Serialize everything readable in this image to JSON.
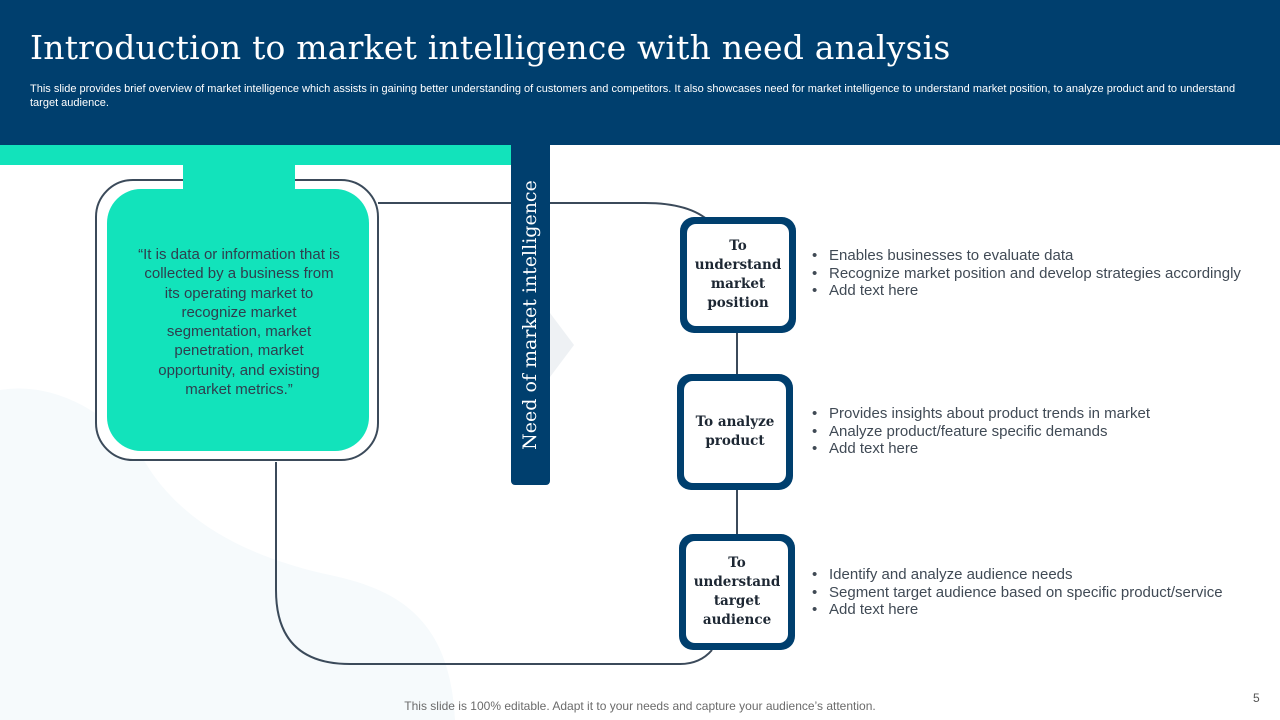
{
  "slide": {
    "title": "Introduction to market intelligence with need analysis",
    "subtitle": "This slide provides brief overview of market intelligence which assists in gaining better understanding of customers and competitors. It also showcases need for market intelligence to understand market position, to analyze  product and to  understand target audience.",
    "definition_quote": "“It is data or information that is collected by a business from its operating market to recognize market segmentation, market penetration, market opportunity, and existing market metrics.”",
    "vertical_label": "Need of market intelligence",
    "needs": [
      {
        "title": "To understand market position",
        "bullets": [
          "Enables businesses to evaluate data",
          "Recognize market position and develop strategies accordingly",
          "Add text here"
        ]
      },
      {
        "title": "To analyze product",
        "bullets": [
          "Provides insights about product trends in market",
          "Analyze product/feature specific demands",
          "Add text here"
        ]
      },
      {
        "title": "To understand target audience",
        "bullets": [
          "Identify and analyze audience needs",
          "Segment target audience based on specific product/service",
          "Add text here"
        ]
      }
    ],
    "footer_note": "This slide is 100% editable. Adapt it to your needs and capture your audience’s attention.",
    "page_number": "5"
  },
  "colors": {
    "header_bg": "#003f6e",
    "accent_teal": "#12e3bb",
    "node_border": "#003f6e",
    "connector_line": "#3b4a5a"
  }
}
